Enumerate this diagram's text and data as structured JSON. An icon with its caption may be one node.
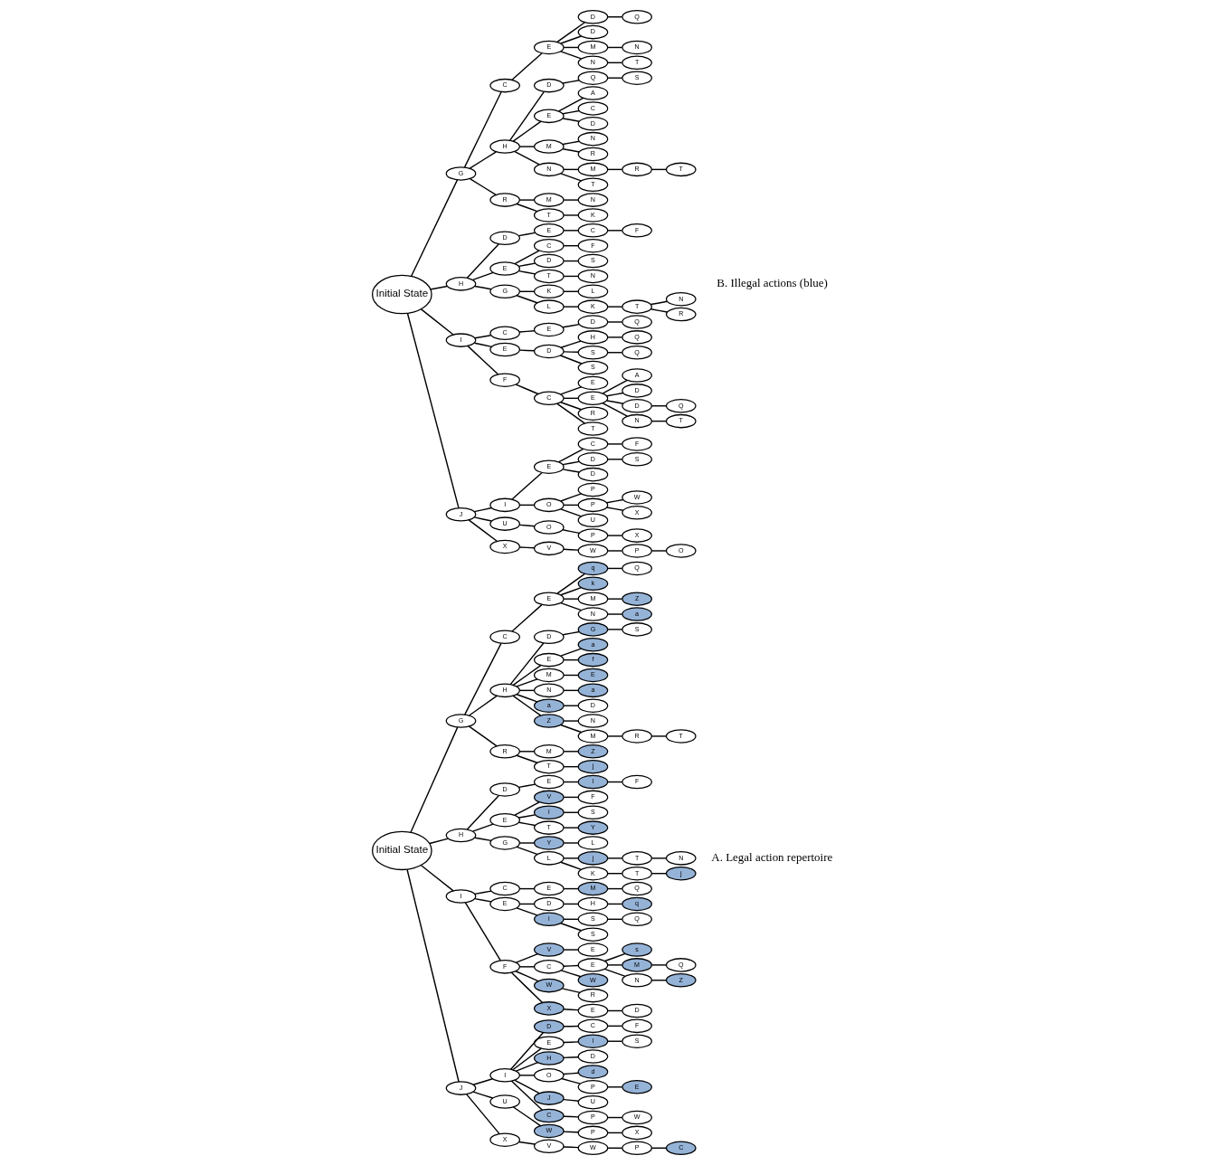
{
  "diagram": {
    "nodes": [
      {
        "text": [
          "Initial State"
        ]
      },
      {
        "text": [
          "G"
        ]
      },
      {
        "text": [
          "C"
        ]
      },
      {
        "text": [
          "E"
        ]
      },
      {
        "text": [
          "D"
        ]
      },
      {
        "text": [
          "Q"
        ]
      },
      {
        "text": [
          "D"
        ]
      },
      {
        "text": [
          "M"
        ]
      },
      {
        "text": [
          "N"
        ]
      },
      {
        "text": [
          "N"
        ]
      },
      {
        "text": [
          "T"
        ]
      },
      {
        "text": [
          "H"
        ]
      },
      {
        "text": [
          "D"
        ]
      },
      {
        "text": [
          "Q"
        ]
      },
      {
        "text": [
          "S"
        ]
      },
      {
        "text": [
          "E"
        ]
      },
      {
        "text": [
          "A"
        ]
      },
      {
        "text": [
          "C"
        ]
      },
      {
        "text": [
          "D"
        ]
      },
      {
        "text": [
          "M"
        ]
      },
      {
        "text": [
          "N"
        ]
      },
      {
        "text": [
          "R"
        ]
      },
      {
        "text": [
          "N"
        ]
      },
      {
        "text": [
          "M"
        ]
      },
      {
        "text": [
          "R"
        ]
      },
      {
        "text": [
          "T"
        ]
      },
      {
        "text": [
          "T"
        ]
      },
      {
        "text": [
          "R"
        ]
      },
      {
        "text": [
          "M"
        ]
      },
      {
        "text": [
          "N"
        ]
      },
      {
        "text": [
          "T"
        ]
      },
      {
        "text": [
          "K"
        ]
      },
      {
        "text": [
          "H"
        ]
      },
      {
        "text": [
          "D"
        ]
      },
      {
        "text": [
          "E"
        ]
      },
      {
        "text": [
          "C"
        ]
      },
      {
        "text": [
          "F"
        ]
      },
      {
        "text": [
          "E"
        ]
      },
      {
        "text": [
          "C"
        ]
      },
      {
        "text": [
          "F"
        ]
      },
      {
        "text": [
          "D"
        ]
      },
      {
        "text": [
          "S"
        ]
      },
      {
        "text": [
          "T"
        ]
      },
      {
        "text": [
          "N"
        ]
      },
      {
        "text": [
          "G"
        ]
      },
      {
        "text": [
          "K"
        ]
      },
      {
        "text": [
          "L"
        ]
      },
      {
        "text": [
          "L"
        ]
      },
      {
        "text": [
          "K"
        ]
      },
      {
        "text": [
          "T"
        ]
      },
      {
        "text": [
          "N"
        ]
      },
      {
        "text": [
          "R"
        ]
      },
      {
        "text": [
          "I"
        ]
      },
      {
        "text": [
          "C"
        ]
      },
      {
        "text": [
          "E"
        ]
      },
      {
        "text": [
          "D"
        ]
      },
      {
        "text": [
          "Q"
        ]
      },
      {
        "text": [
          "E"
        ]
      },
      {
        "text": [
          "D"
        ]
      },
      {
        "text": [
          "H"
        ]
      },
      {
        "text": [
          "Q"
        ]
      },
      {
        "text": [
          "S"
        ]
      },
      {
        "text": [
          "Q"
        ]
      },
      {
        "text": [
          "S"
        ]
      },
      {
        "text": [
          "F"
        ]
      },
      {
        "text": [
          "C"
        ]
      },
      {
        "text": [
          "E"
        ]
      },
      {
        "text": [
          "E"
        ]
      },
      {
        "text": [
          "A"
        ]
      },
      {
        "text": [
          "D"
        ]
      },
      {
        "text": [
          "D"
        ]
      },
      {
        "text": [
          "Q"
        ]
      },
      {
        "text": [
          "N"
        ]
      },
      {
        "text": [
          "T"
        ]
      },
      {
        "text": [
          "R"
        ]
      },
      {
        "text": [
          "T"
        ]
      },
      {
        "text": [
          "J"
        ]
      },
      {
        "text": [
          "I"
        ]
      },
      {
        "text": [
          "E"
        ]
      },
      {
        "text": [
          "C"
        ]
      },
      {
        "text": [
          "F"
        ]
      },
      {
        "text": [
          "D"
        ]
      },
      {
        "text": [
          "S"
        ]
      },
      {
        "text": [
          "D"
        ]
      },
      {
        "text": [
          "O"
        ]
      },
      {
        "text": [
          "P"
        ]
      },
      {
        "text": [
          "P"
        ]
      },
      {
        "text": [
          "W"
        ]
      },
      {
        "text": [
          "X"
        ]
      },
      {
        "text": [
          "U"
        ]
      },
      {
        "text": [
          "U"
        ]
      },
      {
        "text": [
          "O"
        ]
      },
      {
        "text": [
          "P"
        ]
      },
      {
        "text": [
          "X"
        ]
      },
      {
        "text": [
          "X"
        ]
      },
      {
        "text": [
          "V"
        ]
      },
      {
        "text": [
          "W"
        ]
      },
      {
        "text": [
          "P"
        ]
      },
      {
        "text": [
          "O"
        ]
      },
      {
        "text": [
          "Initial State"
        ]
      },
      {
        "text": [
          "G"
        ]
      },
      {
        "text": [
          "C"
        ]
      },
      {
        "text": [
          "E"
        ]
      },
      {
        "text": [
          "q"
        ]
      },
      {
        "text": [
          "Q"
        ]
      },
      {
        "text": [
          "k"
        ]
      },
      {
        "text": [
          "M"
        ]
      },
      {
        "text": [
          "Z"
        ]
      },
      {
        "text": [
          "N"
        ]
      },
      {
        "text": [
          "a"
        ]
      },
      {
        "text": [
          "H"
        ]
      },
      {
        "text": [
          "D"
        ]
      },
      {
        "text": [
          "G"
        ]
      },
      {
        "text": [
          "S"
        ]
      },
      {
        "text": [
          "E"
        ]
      },
      {
        "text": [
          "a"
        ]
      },
      {
        "text": [
          "f"
        ]
      },
      {
        "text": [
          "M"
        ]
      },
      {
        "text": [
          "E"
        ]
      },
      {
        "text": [
          "N"
        ]
      },
      {
        "text": [
          "a"
        ]
      },
      {
        "text": [
          "a"
        ]
      },
      {
        "text": [
          "D"
        ]
      },
      {
        "text": [
          "Z"
        ]
      },
      {
        "text": [
          "N"
        ]
      },
      {
        "text": [
          "M"
        ]
      },
      {
        "text": [
          "R"
        ]
      },
      {
        "text": [
          "T"
        ]
      },
      {
        "text": [
          "R"
        ]
      },
      {
        "text": [
          "M"
        ]
      },
      {
        "text": [
          "Z"
        ]
      },
      {
        "text": [
          "T"
        ]
      },
      {
        "text": [
          "j"
        ]
      },
      {
        "text": [
          "H"
        ]
      },
      {
        "text": [
          "D"
        ]
      },
      {
        "text": [
          "E"
        ]
      },
      {
        "text": [
          "l"
        ]
      },
      {
        "text": [
          "F"
        ]
      },
      {
        "text": [
          "E"
        ]
      },
      {
        "text": [
          "V"
        ]
      },
      {
        "text": [
          "F"
        ]
      },
      {
        "text": [
          "l"
        ]
      },
      {
        "text": [
          "S"
        ]
      },
      {
        "text": [
          "T"
        ]
      },
      {
        "text": [
          "Y"
        ]
      },
      {
        "text": [
          "G"
        ]
      },
      {
        "text": [
          "Y"
        ]
      },
      {
        "text": [
          "L"
        ]
      },
      {
        "text": [
          "L"
        ]
      },
      {
        "text": [
          "j"
        ]
      },
      {
        "text": [
          "T"
        ]
      },
      {
        "text": [
          "N"
        ]
      },
      {
        "text": [
          "K"
        ]
      },
      {
        "text": [
          "T"
        ]
      },
      {
        "text": [
          "j"
        ]
      },
      {
        "text": [
          "I"
        ]
      },
      {
        "text": [
          "C"
        ]
      },
      {
        "text": [
          "E"
        ]
      },
      {
        "text": [
          "M"
        ]
      },
      {
        "text": [
          "Q"
        ]
      },
      {
        "text": [
          "E"
        ]
      },
      {
        "text": [
          "D"
        ]
      },
      {
        "text": [
          "H"
        ]
      },
      {
        "text": [
          "q"
        ]
      },
      {
        "text": [
          "l"
        ]
      },
      {
        "text": [
          "S"
        ]
      },
      {
        "text": [
          "Q"
        ]
      },
      {
        "text": [
          "S"
        ]
      },
      {
        "text": [
          "F"
        ]
      },
      {
        "text": [
          "V"
        ]
      },
      {
        "text": [
          "E"
        ]
      },
      {
        "text": [
          "C"
        ]
      },
      {
        "text": [
          "E"
        ]
      },
      {
        "text": [
          "s"
        ]
      },
      {
        "text": [
          "M"
        ]
      },
      {
        "text": [
          "Q"
        ]
      },
      {
        "text": [
          "N"
        ]
      },
      {
        "text": [
          "Z"
        ]
      },
      {
        "text": [
          "W"
        ]
      },
      {
        "text": [
          "W"
        ]
      },
      {
        "text": [
          "R"
        ]
      },
      {
        "text": [
          "X"
        ]
      },
      {
        "text": [
          "E"
        ]
      },
      {
        "text": [
          "D"
        ]
      },
      {
        "text": [
          "J"
        ]
      },
      {
        "text": [
          "I"
        ]
      },
      {
        "text": [
          "D"
        ]
      },
      {
        "text": [
          "C"
        ]
      },
      {
        "text": [
          "F"
        ]
      },
      {
        "text": [
          "E"
        ]
      },
      {
        "text": [
          "l"
        ]
      },
      {
        "text": [
          "S"
        ]
      },
      {
        "text": [
          "H"
        ]
      },
      {
        "text": [
          "D"
        ]
      },
      {
        "text": [
          "O"
        ]
      },
      {
        "text": [
          "d"
        ]
      },
      {
        "text": [
          "P"
        ]
      },
      {
        "text": [
          "E"
        ]
      },
      {
        "text": [
          "J"
        ]
      },
      {
        "text": [
          "U"
        ]
      },
      {
        "text": [
          "C"
        ]
      },
      {
        "text": [
          "P"
        ]
      },
      {
        "text": [
          "W"
        ]
      },
      {
        "text": [
          "U"
        ]
      },
      {
        "text": [
          "W"
        ]
      },
      {
        "text": [
          "P"
        ]
      },
      {
        "text": [
          "X"
        ]
      },
      {
        "text": [
          "X"
        ]
      },
      {
        "text": [
          "V"
        ]
      },
      {
        "text": [
          "W"
        ]
      },
      {
        "text": [
          "P"
        ]
      },
      {
        "text": [
          "C"
        ]
      }
    ],
    "edges": [
      {
        "from": 0,
        "to": 1,
        "arrow": "none"
      },
      {
        "from": 1,
        "to": 2,
        "arrow": "none"
      },
      {
        "from": 2,
        "to": 3,
        "arrow": "none"
      },
      {
        "from": 3,
        "to": 4,
        "arrow": "none"
      },
      {
        "from": 4,
        "to": 5,
        "arrow": "none"
      },
      {
        "from": 3,
        "to": 6,
        "arrow": "none"
      },
      {
        "from": 3,
        "to": 7,
        "arrow": "none"
      },
      {
        "from": 7,
        "to": 8,
        "arrow": "none"
      },
      {
        "from": 3,
        "to": 9,
        "arrow": "none"
      },
      {
        "from": 9,
        "to": 10,
        "arrow": "none"
      },
      {
        "from": 1,
        "to": 11,
        "arrow": "none"
      },
      {
        "from": 11,
        "to": 12,
        "arrow": "none"
      },
      {
        "from": 12,
        "to": 13,
        "arrow": "none"
      },
      {
        "from": 13,
        "to": 14,
        "arrow": "none"
      },
      {
        "from": 11,
        "to": 15,
        "arrow": "none"
      },
      {
        "from": 15,
        "to": 16,
        "arrow": "none"
      },
      {
        "from": 15,
        "to": 17,
        "arrow": "none"
      },
      {
        "from": 15,
        "to": 18,
        "arrow": "none"
      },
      {
        "from": 11,
        "to": 19,
        "arrow": "none"
      },
      {
        "from": 19,
        "to": 20,
        "arrow": "none"
      },
      {
        "from": 19,
        "to": 21,
        "arrow": "none"
      },
      {
        "from": 11,
        "to": 22,
        "arrow": "none"
      },
      {
        "from": 22,
        "to": 23,
        "arrow": "none"
      },
      {
        "from": 23,
        "to": 24,
        "arrow": "none"
      },
      {
        "from": 24,
        "to": 25,
        "arrow": "none"
      },
      {
        "from": 22,
        "to": 26,
        "arrow": "none"
      },
      {
        "from": 1,
        "to": 27,
        "arrow": "none"
      },
      {
        "from": 27,
        "to": 28,
        "arrow": "none"
      },
      {
        "from": 28,
        "to": 29,
        "arrow": "none"
      },
      {
        "from": 27,
        "to": 30,
        "arrow": "none"
      },
      {
        "from": 30,
        "to": 31,
        "arrow": "none"
      },
      {
        "from": 0,
        "to": 32,
        "arrow": "none"
      },
      {
        "from": 32,
        "to": 33,
        "arrow": "none"
      },
      {
        "from": 33,
        "to": 34,
        "arrow": "none"
      },
      {
        "from": 34,
        "to": 35,
        "arrow": "none"
      },
      {
        "from": 35,
        "to": 36,
        "arrow": "none"
      },
      {
        "from": 32,
        "to": 37,
        "arrow": "none"
      },
      {
        "from": 37,
        "to": 38,
        "arrow": "none"
      },
      {
        "from": 38,
        "to": 39,
        "arrow": "none"
      },
      {
        "from": 37,
        "to": 40,
        "arrow": "none"
      },
      {
        "from": 40,
        "to": 41,
        "arrow": "none"
      },
      {
        "from": 37,
        "to": 42,
        "arrow": "none"
      },
      {
        "from": 42,
        "to": 43,
        "arrow": "none"
      },
      {
        "from": 32,
        "to": 44,
        "arrow": "none"
      },
      {
        "from": 44,
        "to": 45,
        "arrow": "none"
      },
      {
        "from": 45,
        "to": 46,
        "arrow": "none"
      },
      {
        "from": 44,
        "to": 47,
        "arrow": "none"
      },
      {
        "from": 47,
        "to": 48,
        "arrow": "none"
      },
      {
        "from": 48,
        "to": 49,
        "arrow": "none"
      },
      {
        "from": 49,
        "to": 50,
        "arrow": "none"
      },
      {
        "from": 49,
        "to": 51,
        "arrow": "none"
      },
      {
        "from": 0,
        "to": 52,
        "arrow": "none"
      },
      {
        "from": 52,
        "to": 53,
        "arrow": "none"
      },
      {
        "from": 53,
        "to": 54,
        "arrow": "none"
      },
      {
        "from": 54,
        "to": 55,
        "arrow": "none"
      },
      {
        "from": 55,
        "to": 56,
        "arrow": "none"
      },
      {
        "from": 52,
        "to": 57,
        "arrow": "none"
      },
      {
        "from": 57,
        "to": 58,
        "arrow": "none"
      },
      {
        "from": 58,
        "to": 59,
        "arrow": "none"
      },
      {
        "from": 59,
        "to": 60,
        "arrow": "none"
      },
      {
        "from": 58,
        "to": 61,
        "arrow": "none"
      },
      {
        "from": 61,
        "to": 62,
        "arrow": "none"
      },
      {
        "from": 58,
        "to": 63,
        "arrow": "none"
      },
      {
        "from": 52,
        "to": 64,
        "arrow": "none"
      },
      {
        "from": 64,
        "to": 65,
        "arrow": "none"
      },
      {
        "from": 65,
        "to": 66,
        "arrow": "none"
      },
      {
        "from": 65,
        "to": 67,
        "arrow": "none"
      },
      {
        "from": 67,
        "to": 68,
        "arrow": "none"
      },
      {
        "from": 67,
        "to": 69,
        "arrow": "none"
      },
      {
        "from": 67,
        "to": 70,
        "arrow": "none"
      },
      {
        "from": 70,
        "to": 71,
        "arrow": "none"
      },
      {
        "from": 67,
        "to": 72,
        "arrow": "none"
      },
      {
        "from": 72,
        "to": 73,
        "arrow": "none"
      },
      {
        "from": 65,
        "to": 74,
        "arrow": "none"
      },
      {
        "from": 65,
        "to": 75,
        "arrow": "none"
      },
      {
        "from": 0,
        "to": 76,
        "arrow": "none"
      },
      {
        "from": 76,
        "to": 77,
        "arrow": "none"
      },
      {
        "from": 77,
        "to": 78,
        "arrow": "none"
      },
      {
        "from": 78,
        "to": 79,
        "arrow": "none"
      },
      {
        "from": 79,
        "to": 80,
        "arrow": "none"
      },
      {
        "from": 78,
        "to": 81,
        "arrow": "none"
      },
      {
        "from": 81,
        "to": 82,
        "arrow": "none"
      },
      {
        "from": 78,
        "to": 83,
        "arrow": "none"
      },
      {
        "from": 77,
        "to": 84,
        "arrow": "none"
      },
      {
        "from": 84,
        "to": 85,
        "arrow": "none"
      },
      {
        "from": 84,
        "to": 86,
        "arrow": "none"
      },
      {
        "from": 86,
        "to": 87,
        "arrow": "none"
      },
      {
        "from": 86,
        "to": 88,
        "arrow": "none"
      },
      {
        "from": 84,
        "to": 89,
        "arrow": "none"
      },
      {
        "from": 76,
        "to": 90,
        "arrow": "none"
      },
      {
        "from": 90,
        "to": 91,
        "arrow": "none"
      },
      {
        "from": 91,
        "to": 92,
        "arrow": "none"
      },
      {
        "from": 92,
        "to": 93,
        "arrow": "none"
      },
      {
        "from": 76,
        "to": 94,
        "arrow": "none"
      },
      {
        "from": 94,
        "to": 95,
        "arrow": "none"
      },
      {
        "from": 95,
        "to": 96,
        "arrow": "none"
      },
      {
        "from": 96,
        "to": 97,
        "arrow": "none"
      },
      {
        "from": 97,
        "to": 98,
        "arrow": "none"
      },
      {
        "from": 99,
        "to": 100,
        "arrow": "none"
      },
      {
        "from": 100,
        "to": 101,
        "arrow": "none"
      },
      {
        "from": 101,
        "to": 102,
        "arrow": "none"
      },
      {
        "from": 102,
        "to": 103,
        "arrow": "none"
      },
      {
        "from": 103,
        "to": 104,
        "arrow": "none"
      },
      {
        "from": 102,
        "to": 105,
        "arrow": "none"
      },
      {
        "from": 102,
        "to": 106,
        "arrow": "none"
      },
      {
        "from": 106,
        "to": 107,
        "arrow": "none"
      },
      {
        "from": 102,
        "to": 108,
        "arrow": "none"
      },
      {
        "from": 108,
        "to": 109,
        "arrow": "none"
      },
      {
        "from": 100,
        "to": 110,
        "arrow": "none"
      },
      {
        "from": 110,
        "to": 111,
        "arrow": "none"
      },
      {
        "from": 111,
        "to": 112,
        "arrow": "none"
      },
      {
        "from": 112,
        "to": 113,
        "arrow": "none"
      },
      {
        "from": 110,
        "to": 114,
        "arrow": "none"
      },
      {
        "from": 114,
        "to": 115,
        "arrow": "none"
      },
      {
        "from": 114,
        "to": 116,
        "arrow": "none"
      },
      {
        "from": 110,
        "to": 117,
        "arrow": "none"
      },
      {
        "from": 117,
        "to": 118,
        "arrow": "none"
      },
      {
        "from": 110,
        "to": 119,
        "arrow": "none"
      },
      {
        "from": 119,
        "to": 120,
        "arrow": "none"
      },
      {
        "from": 110,
        "to": 121,
        "arrow": "none"
      },
      {
        "from": 121,
        "to": 122,
        "arrow": "none"
      },
      {
        "from": 110,
        "to": 123,
        "arrow": "none"
      },
      {
        "from": 123,
        "to": 124,
        "arrow": "none"
      },
      {
        "from": 123,
        "to": 125,
        "arrow": "none"
      },
      {
        "from": 125,
        "to": 126,
        "arrow": "none"
      },
      {
        "from": 126,
        "to": 127,
        "arrow": "none"
      },
      {
        "from": 100,
        "to": 128,
        "arrow": "none"
      },
      {
        "from": 128,
        "to": 129,
        "arrow": "none"
      },
      {
        "from": 129,
        "to": 130,
        "arrow": "none"
      },
      {
        "from": 128,
        "to": 131,
        "arrow": "none"
      },
      {
        "from": 131,
        "to": 132,
        "arrow": "none"
      },
      {
        "from": 99,
        "to": 133,
        "arrow": "none"
      },
      {
        "from": 133,
        "to": 134,
        "arrow": "none"
      },
      {
        "from": 134,
        "to": 135,
        "arrow": "none"
      },
      {
        "from": 135,
        "to": 136,
        "arrow": "none"
      },
      {
        "from": 136,
        "to": 137,
        "arrow": "none"
      },
      {
        "from": 133,
        "to": 138,
        "arrow": "none"
      },
      {
        "from": 138,
        "to": 139,
        "arrow": "none"
      },
      {
        "from": 139,
        "to": 140,
        "arrow": "none"
      },
      {
        "from": 138,
        "to": 141,
        "arrow": "none"
      },
      {
        "from": 141,
        "to": 142,
        "arrow": "none"
      },
      {
        "from": 138,
        "to": 143,
        "arrow": "none"
      },
      {
        "from": 143,
        "to": 144,
        "arrow": "none"
      },
      {
        "from": 133,
        "to": 145,
        "arrow": "none"
      },
      {
        "from": 145,
        "to": 146,
        "arrow": "none"
      },
      {
        "from": 146,
        "to": 147,
        "arrow": "none"
      },
      {
        "from": 145,
        "to": 148,
        "arrow": "none"
      },
      {
        "from": 148,
        "to": 149,
        "arrow": "none"
      },
      {
        "from": 149,
        "to": 150,
        "arrow": "none"
      },
      {
        "from": 150,
        "to": 151,
        "arrow": "none"
      },
      {
        "from": 148,
        "to": 152,
        "arrow": "none"
      },
      {
        "from": 152,
        "to": 153,
        "arrow": "none"
      },
      {
        "from": 153,
        "to": 154,
        "arrow": "none"
      },
      {
        "from": 99,
        "to": 155,
        "arrow": "none"
      },
      {
        "from": 155,
        "to": 156,
        "arrow": "none"
      },
      {
        "from": 156,
        "to": 157,
        "arrow": "none"
      },
      {
        "from": 157,
        "to": 158,
        "arrow": "none"
      },
      {
        "from": 158,
        "to": 159,
        "arrow": "none"
      },
      {
        "from": 155,
        "to": 160,
        "arrow": "none"
      },
      {
        "from": 160,
        "to": 161,
        "arrow": "none"
      },
      {
        "from": 161,
        "to": 162,
        "arrow": "none"
      },
      {
        "from": 162,
        "to": 163,
        "arrow": "none"
      },
      {
        "from": 160,
        "to": 164,
        "arrow": "none"
      },
      {
        "from": 164,
        "to": 165,
        "arrow": "none"
      },
      {
        "from": 165,
        "to": 166,
        "arrow": "none"
      },
      {
        "from": 164,
        "to": 167,
        "arrow": "none"
      },
      {
        "from": 155,
        "to": 168,
        "arrow": "none"
      },
      {
        "from": 168,
        "to": 169,
        "arrow": "none"
      },
      {
        "from": 169,
        "to": 170,
        "arrow": "none"
      },
      {
        "from": 168,
        "to": 171,
        "arrow": "none"
      },
      {
        "from": 171,
        "to": 172,
        "arrow": "none"
      },
      {
        "from": 172,
        "to": 173,
        "arrow": "none"
      },
      {
        "from": 172,
        "to": 174,
        "arrow": "none"
      },
      {
        "from": 174,
        "to": 175,
        "arrow": "none"
      },
      {
        "from": 172,
        "to": 176,
        "arrow": "none"
      },
      {
        "from": 176,
        "to": 177,
        "arrow": "none"
      },
      {
        "from": 171,
        "to": 178,
        "arrow": "none"
      },
      {
        "from": 168,
        "to": 179,
        "arrow": "none"
      },
      {
        "from": 179,
        "to": 180,
        "arrow": "none"
      },
      {
        "from": 168,
        "to": 181,
        "arrow": "none"
      },
      {
        "from": 181,
        "to": 182,
        "arrow": "none"
      },
      {
        "from": 182,
        "to": 183,
        "arrow": "none"
      },
      {
        "from": 99,
        "to": 184,
        "arrow": "none"
      },
      {
        "from": 184,
        "to": 185,
        "arrow": "none"
      },
      {
        "from": 185,
        "to": 186,
        "arrow": "none"
      },
      {
        "from": 186,
        "to": 187,
        "arrow": "none"
      },
      {
        "from": 187,
        "to": 188,
        "arrow": "none"
      },
      {
        "from": 185,
        "to": 189,
        "arrow": "none"
      },
      {
        "from": 189,
        "to": 190,
        "arrow": "none"
      },
      {
        "from": 190,
        "to": 191,
        "arrow": "none"
      },
      {
        "from": 185,
        "to": 192,
        "arrow": "none"
      },
      {
        "from": 192,
        "to": 193,
        "arrow": "none"
      },
      {
        "from": 185,
        "to": 194,
        "arrow": "none"
      },
      {
        "from": 194,
        "to": 195,
        "arrow": "none"
      },
      {
        "from": 194,
        "to": 196,
        "arrow": "none"
      },
      {
        "from": 196,
        "to": 197,
        "arrow": "none"
      },
      {
        "from": 185,
        "to": 198,
        "arrow": "none"
      },
      {
        "from": 198,
        "to": 199,
        "arrow": "none"
      },
      {
        "from": 185,
        "to": 200,
        "arrow": "none"
      },
      {
        "from": 200,
        "to": 201,
        "arrow": "none"
      },
      {
        "from": 201,
        "to": 202,
        "arrow": "none"
      },
      {
        "from": 184,
        "to": 203,
        "arrow": "none"
      },
      {
        "from": 203,
        "to": 204,
        "arrow": "none"
      },
      {
        "from": 204,
        "to": 205,
        "arrow": "none"
      },
      {
        "from": 205,
        "to": 206,
        "arrow": "none"
      },
      {
        "from": 184,
        "to": 207,
        "arrow": "none"
      },
      {
        "from": 207,
        "to": 208,
        "arrow": "none"
      },
      {
        "from": 208,
        "to": 209,
        "arrow": "none"
      },
      {
        "from": 209,
        "to": 210,
        "arrow": "none"
      },
      {
        "from": 210,
        "to": 211,
        "arrow": "none"
      }
    ],
    "labels": [
      "A. Legal action repertoire",
      "B. Illegal actions (blue)"
    ]
  }
}
